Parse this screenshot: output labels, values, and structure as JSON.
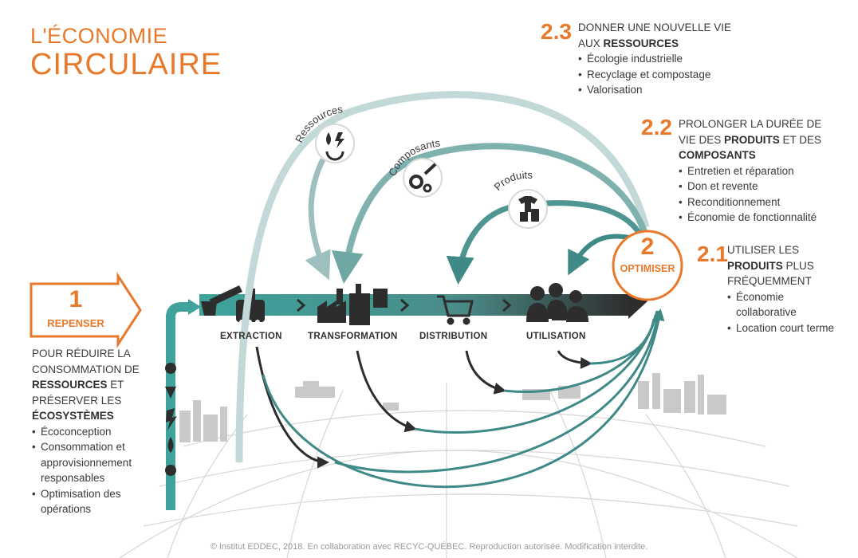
{
  "title": {
    "line1": "L'ÉCONOMIE",
    "line2": "CIRCULAIRE"
  },
  "s23": {
    "num": "2.3",
    "head_pre": "DONNER UNE NOUVELLE VIE",
    "head_line2_pre": "AUX ",
    "head_bold": "RESSOURCES",
    "bullets": [
      "Écologie industrielle",
      "Recyclage et compostage",
      "Valorisation"
    ]
  },
  "s22": {
    "num": "2.2",
    "line1": "PROLONGER LA DURÉE DE",
    "line2_pre": "VIE DES ",
    "line2_bold": "PRODUITS",
    "line2_post": " ET DES",
    "line3_bold": "COMPOSANTS",
    "bullets": [
      "Entretien et réparation",
      "Don et revente",
      "Reconditionnement",
      "Économie de fonctionnalité"
    ]
  },
  "s21": {
    "num": "2.1",
    "line1": "UTILISER LES",
    "line2_bold": "PRODUITS",
    "line2_post": " PLUS",
    "line3": "FRÉQUEMMENT",
    "bullets": [
      "Économie collaborative",
      "Location court terme"
    ]
  },
  "repenser": {
    "num": "1",
    "label": "REPENSER"
  },
  "optimiser": {
    "num": "2",
    "label": "OPTIMISER"
  },
  "s1": {
    "line1": "POUR RÉDUIRE LA",
    "line2": "CONSOMMATION DE",
    "line3_bold": "RESSOURCES",
    "line3_post": " ET",
    "line4": "PRÉSERVER LES",
    "line5_bold": "ÉCOSYSTÈMES",
    "bullets": [
      "Écoconception",
      "Consommation et approvisionnement responsables",
      "Optimisation des opérations"
    ]
  },
  "stages": [
    "EXTRACTION",
    "TRANSFORMATION",
    "DISTRIBUTION",
    "UTILISATION"
  ],
  "loops": {
    "ressources": "Ressources",
    "composants": "Composants",
    "produits": "Produits"
  },
  "footer": "© Institut EDDEC, 2018. En collaboration avec RECYC-QUÉBEC. Reproduction autorisée. Modification interdite.",
  "colors": {
    "orange": "#e8792b",
    "teal": "#3f8a86",
    "teal_light": "#9dc0bf",
    "dark": "#2d2d2d",
    "grey": "#bfbfbf"
  }
}
